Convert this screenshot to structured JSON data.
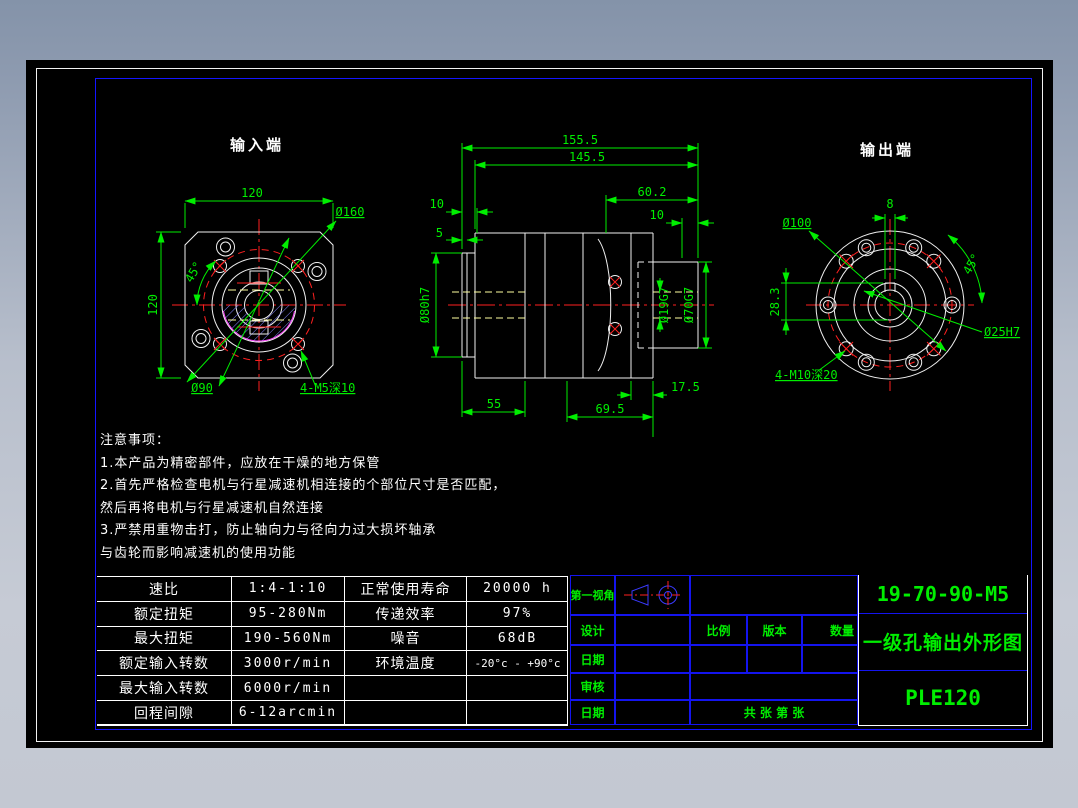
{
  "views": {
    "input": {
      "title": "输入端",
      "dims": {
        "width": "120",
        "height": "120",
        "angle": "45°",
        "outer_dia": "Ø160",
        "bolt_circle": "Ø90",
        "holes": "4-M5深10"
      }
    },
    "side": {
      "dims": {
        "total_len": "155.5",
        "body_len": "145.5",
        "front_len": "60.2",
        "left_t": "10",
        "plate_t": "5",
        "right_t": "10",
        "input_len": "55",
        "mid_len": "69.5",
        "flange_t": "17.5",
        "pilot_dia": "Ø80h7",
        "bore_dia": "Ø19G7",
        "hub_dia": "Ø70G7"
      }
    },
    "output": {
      "title": "输出端",
      "dims": {
        "key_w": "8",
        "bolt_circle": "Ø100",
        "angle": "45°",
        "key_h": "28.3",
        "bore": "Ø25H7",
        "holes": "4-M10深20"
      }
    }
  },
  "notes": {
    "title": "注意事项：",
    "lines": [
      "1.本产品为精密部件，应放在干燥的地方保管",
      "2.首先严格检查电机与行星减速机相连接的个部位尺寸是否匹配，",
      "然后再将电机与行星减速机自然连接",
      "3.严禁用重物击打，防止轴向力与径向力过大损坏轴承",
      "与齿轮而影响减速机的使用功能"
    ]
  },
  "spec": {
    "rows": [
      {
        "l1": "速比",
        "v1": "1:4-1:10",
        "l2": "正常使用寿命",
        "v2": "20000 h"
      },
      {
        "l1": "额定扭矩",
        "v1": "95-280Nm",
        "l2": "传递效率",
        "v2": "97%"
      },
      {
        "l1": "最大扭矩",
        "v1": "190-560Nm",
        "l2": "噪音",
        "v2": "68dB"
      },
      {
        "l1": "额定输入转数",
        "v1": "3000r/min",
        "l2": "环境温度",
        "v2": "-20°c - +90°c"
      },
      {
        "l1": "最大输入转数",
        "v1": "6000r/min",
        "l2": "",
        "v2": ""
      },
      {
        "l1": "回程间隙",
        "v1": "6-12arcmin",
        "l2": "",
        "v2": ""
      }
    ]
  },
  "tb": {
    "first_angle": "第一视角",
    "design": "设计",
    "date": "日期",
    "audit": "审核",
    "date2": "日期",
    "scale": "比例",
    "version": "版本",
    "qty": "数量",
    "sheet": "共    张    第    张",
    "code": "19-70-90-M5",
    "title": "一级孔输出外形图",
    "model": "PLE120"
  },
  "colors": {
    "dimension_green": "#00ee00",
    "outline_white": "#ffffff",
    "center_red": "#ff2020",
    "frame_blue": "#1414ff",
    "hidden_yellow": "#ffffa0",
    "hatch_violet": "#8686ff",
    "hatch_magenta": "#ff4dff",
    "background_top": "#8493a9",
    "background_bottom": "#c6cbd5"
  }
}
